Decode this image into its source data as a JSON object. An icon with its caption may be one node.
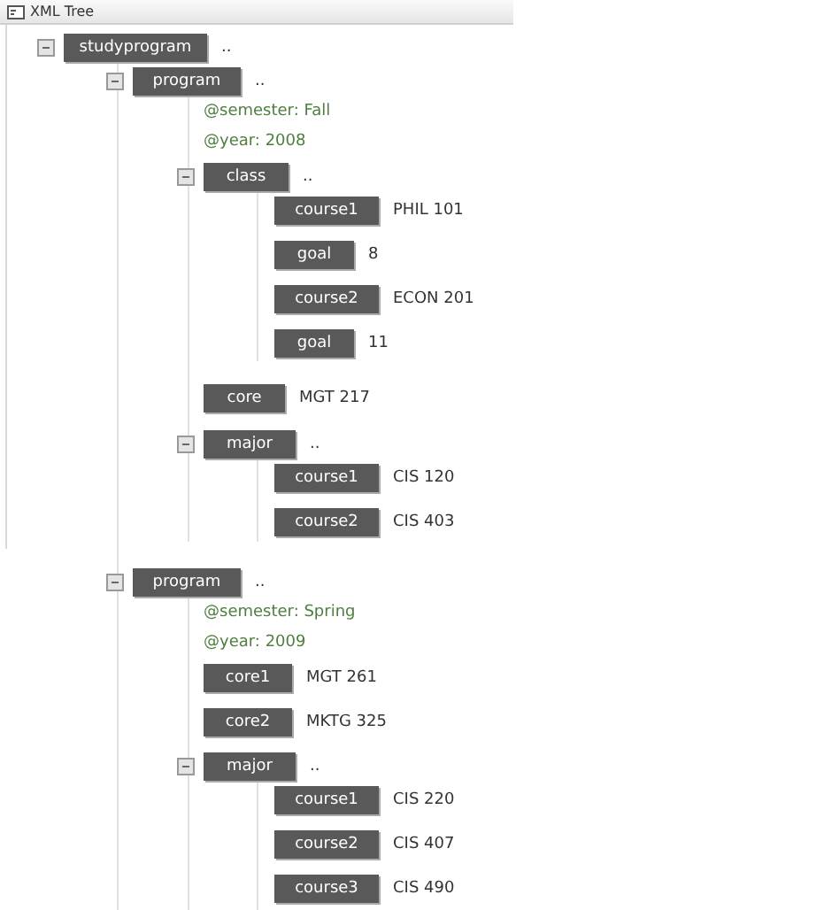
{
  "diagram": {
    "title": "XML Tree",
    "nodes": [
      {
        "text": [
          "studyprogram"
        ],
        "beside": [
          ".."
        ]
      },
      {
        "text": [
          "program"
        ],
        "beside": [
          ".."
        ]
      },
      {
        "text": [
          "class"
        ],
        "beside": [
          ".."
        ]
      },
      {
        "text": [
          "course1"
        ],
        "beside": [
          "PHIL 101"
        ]
      },
      {
        "text": [
          "goal"
        ],
        "beside": [
          "8"
        ]
      },
      {
        "text": [
          "course2"
        ],
        "beside": [
          "ECON 201"
        ]
      },
      {
        "text": [
          "goal"
        ],
        "beside": [
          "11"
        ]
      },
      {
        "text": [
          "core"
        ],
        "beside": [
          "MGT 217"
        ]
      },
      {
        "text": [
          "major"
        ],
        "beside": [
          ".."
        ]
      },
      {
        "text": [
          "course1"
        ],
        "beside": [
          "CIS 120"
        ]
      },
      {
        "text": [
          "course2"
        ],
        "beside": [
          "CIS 403"
        ]
      },
      {
        "text": [
          "program"
        ],
        "beside": [
          ".."
        ]
      },
      {
        "text": [
          "core1"
        ],
        "beside": [
          "MGT 261"
        ]
      },
      {
        "text": [
          "core2"
        ],
        "beside": [
          "MKTG 325"
        ]
      },
      {
        "text": [
          "major"
        ],
        "beside": [
          ".."
        ]
      },
      {
        "text": [
          "course1"
        ],
        "beside": [
          "CIS 220"
        ]
      },
      {
        "text": [
          "course2"
        ],
        "beside": [
          "CIS 407"
        ]
      },
      {
        "text": [
          "course3"
        ],
        "beside": [
          "CIS 490"
        ]
      }
    ],
    "labels": [
      "@semester: Fall",
      "@year: 2008",
      "@semester: Spring",
      "@year: 2009"
    ]
  }
}
